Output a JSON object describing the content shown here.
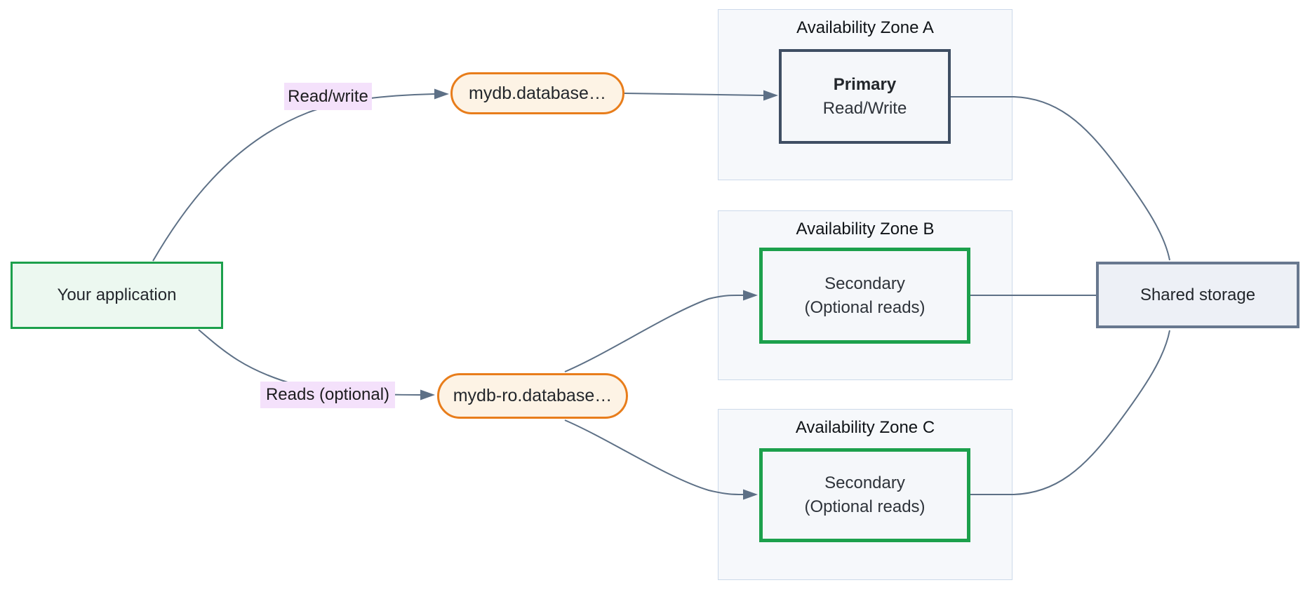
{
  "diagram": {
    "application": {
      "label": "Your application"
    },
    "edges": {
      "read_write": {
        "label": "Read/write"
      },
      "reads_optional": {
        "label": "Reads (optional)"
      }
    },
    "endpoints": {
      "writer": {
        "label": "mydb.database…"
      },
      "reader": {
        "label": "mydb-ro.database…"
      }
    },
    "zones": [
      {
        "title": "Availability Zone A",
        "node": {
          "title": "Primary",
          "subtitle": "Read/Write",
          "variant": "primary"
        }
      },
      {
        "title": "Availability Zone B",
        "node": {
          "title": "Secondary",
          "subtitle": "(Optional reads)",
          "variant": "secondary"
        }
      },
      {
        "title": "Availability Zone C",
        "node": {
          "title": "Secondary",
          "subtitle": "(Optional reads)",
          "variant": "secondary"
        }
      }
    ],
    "storage": {
      "label": "Shared storage"
    },
    "colors": {
      "green_border": "#1ca04c",
      "green_fill": "#ecf8f0",
      "orange_border": "#e87d1b",
      "orange_fill": "#fdf3e5",
      "lavender_label": "#f4e1fb",
      "edge_line": "#5d7086",
      "primary_border": "#3f4e63",
      "node_fill": "#f5f7fa",
      "zone_fill": "#f6f8fb",
      "zone_border": "#ccd9ea",
      "storage_border": "#68788f",
      "storage_fill": "#edf0f6",
      "text": "#23272c"
    }
  }
}
